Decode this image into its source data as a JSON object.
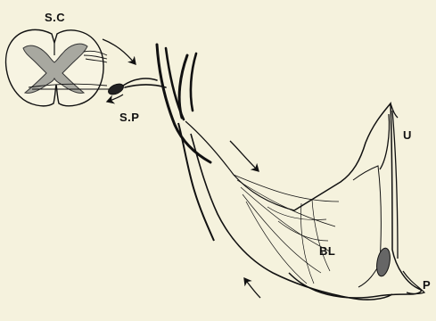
{
  "labels": {
    "sc": "S.C",
    "sp": "S.P",
    "u": "U",
    "bl": "BL",
    "p": "P"
  },
  "colors": {
    "background": "#f5f2dd",
    "line": "#111111",
    "grey_matter": "#a8a8a0"
  }
}
